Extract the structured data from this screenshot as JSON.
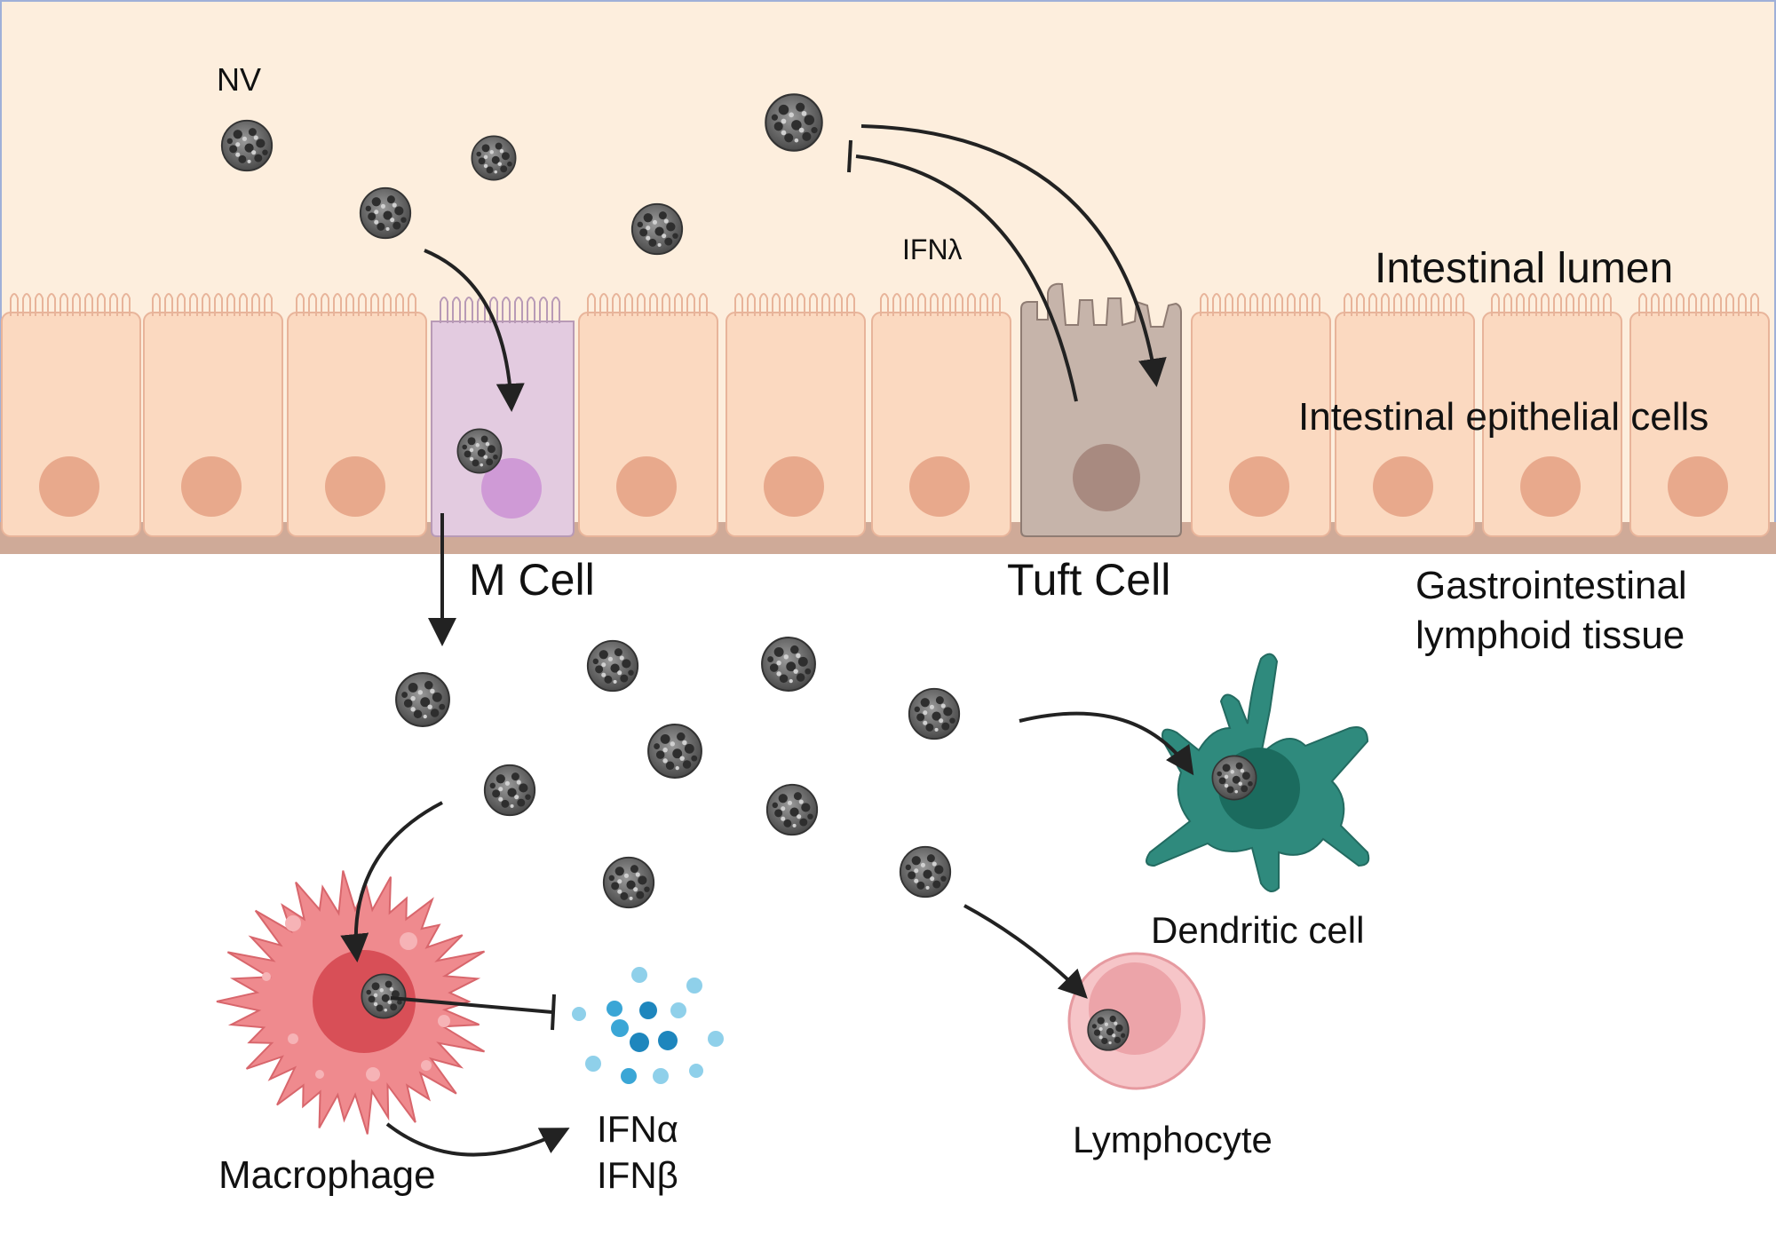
{
  "labels": {
    "nv": "NV",
    "ifn_lambda": "IFNλ",
    "intestinal_lumen": "Intestinal lumen",
    "epithelial_cells": "Intestinal epithelial cells",
    "m_cell": "M Cell",
    "tuft_cell": "Tuft Cell",
    "galt_line1": "Gastrointestinal",
    "galt_line2": "lymphoid tissue",
    "dendritic_cell": "Dendritic cell",
    "lymphocyte": "Lymphocyte",
    "macrophage": "Macrophage",
    "ifn_alpha": "IFNα",
    "ifn_beta": "IFNβ"
  },
  "colors": {
    "lumen": "#fdeedd",
    "epithelium": "#fbd9c0",
    "epithelium_outline": "#e8b49a",
    "nucleus": "#e8a98c",
    "basement": "#cfaa98",
    "m_cell": "#e3cbe0",
    "m_cell_nucleus": "#cf9ad6",
    "tuft_cell": "#c6b4aa",
    "tuft_nucleus": "#a88a80",
    "virus": "#555555",
    "dendritic": "#2f8a7d",
    "macrophage": "#ef8a8e",
    "lymphocyte": "#f6c5c8",
    "ifn_dots": "#3aa6d6",
    "arrow": "#222222"
  }
}
